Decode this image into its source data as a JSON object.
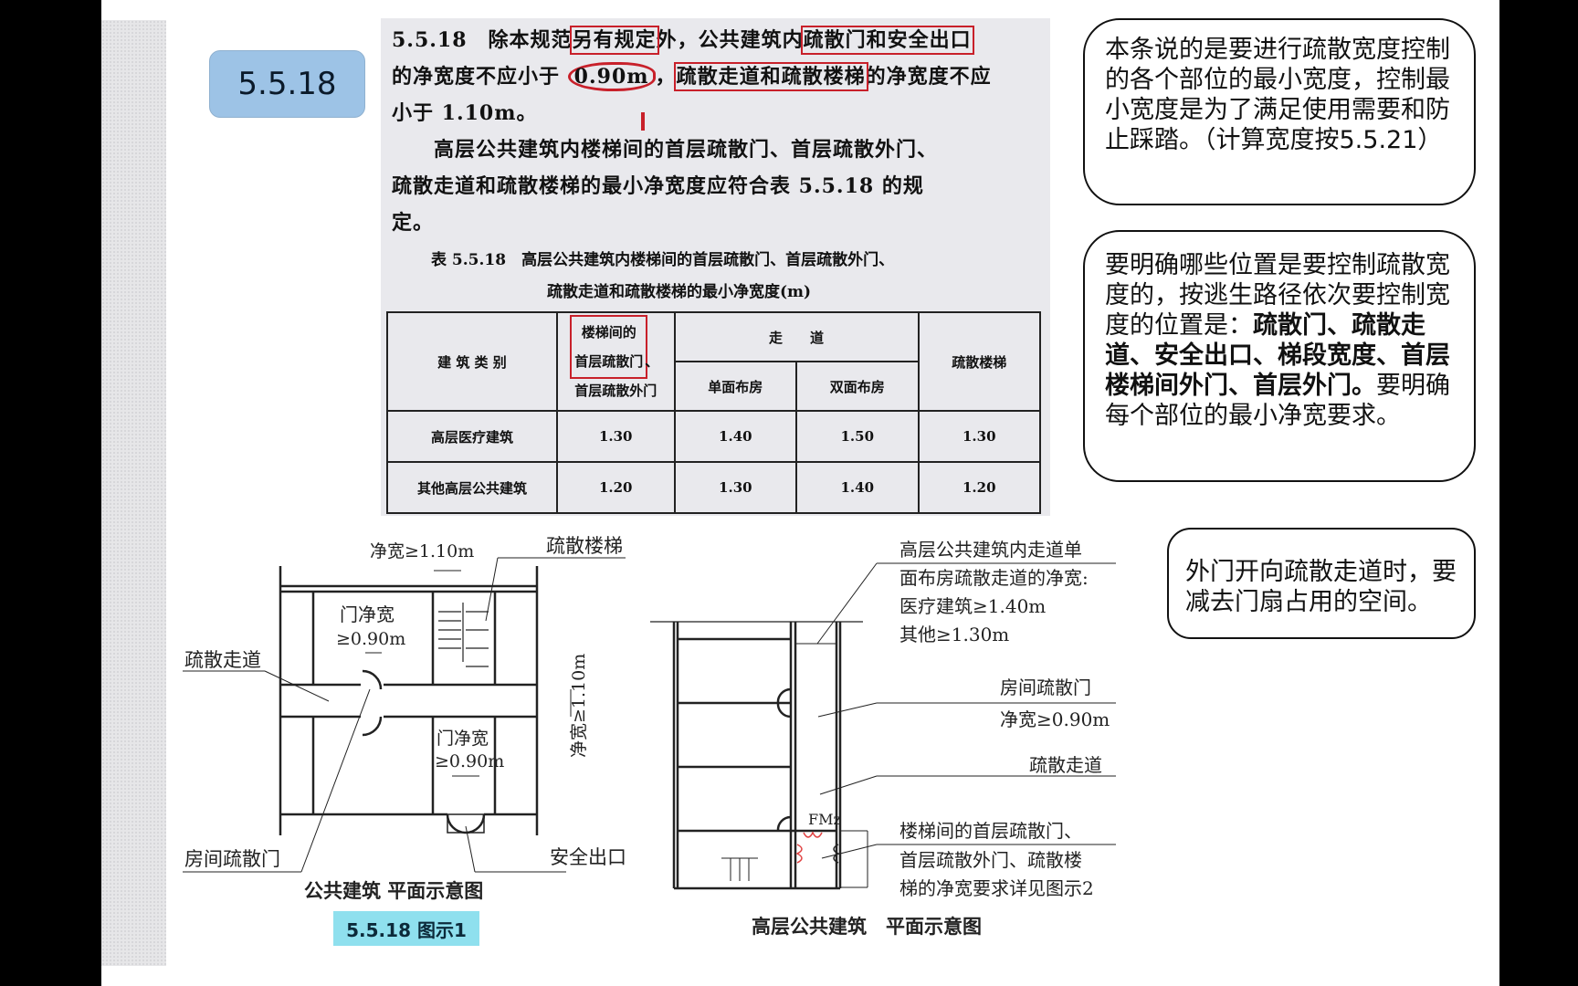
{
  "badge": "5.5.18",
  "clause": {
    "l1a": "5.5.18　除本规范",
    "l1b": "另有规定",
    "l1c": "外，公共建筑内",
    "l1d": "疏散门和安全出口",
    "l2a": "的净宽度不应小于 ",
    "l2b": "0.90m",
    "l2c": "，",
    "l2d": "疏散走道和疏散楼梯",
    "l2e": "的净宽度不应",
    "l3": "小于 1.10m。",
    "l4": "　　高层公共建筑内楼梯间的首层疏散门、首层疏散外门、",
    "l5": "疏散走道和疏散楼梯的最小净宽度应符合表 5.5.18 的规",
    "l6": "定。"
  },
  "table": {
    "caption1": "表 5.5.18　高层公共建筑内楼梯间的首层疏散门、首层疏散外门、",
    "caption2": "疏散走道和疏散楼梯的最小净宽度(m)",
    "h_type": "建 筑 类 别",
    "h_door_a": "楼梯间的",
    "h_door_b": "首层疏散门",
    "h_door_c": "、",
    "h_door_d": "首层疏散外门",
    "h_corridor": "走　　道",
    "h_single": "单面布房",
    "h_double": "双面布房",
    "h_stair": "疏散楼梯",
    "rows": [
      {
        "type": "高层医疗建筑",
        "door": "1.30",
        "single": "1.40",
        "double": "1.50",
        "stair": "1.30"
      },
      {
        "type": "其他高层公共建筑",
        "door": "1.20",
        "single": "1.30",
        "double": "1.40",
        "stair": "1.20"
      }
    ]
  },
  "notes": {
    "n1": "本条说的是要进行疏散宽度控制的各个部位的最小宽度，控制最小宽度是为了满足使用需要和防止踩踏。（计算宽度按5.5.21）",
    "n2a": "要明确哪些位置是要控制疏散宽度的，按逃生路径依次要控制宽度的位置是：",
    "n2b": "疏散门、疏散走道、安全出口、梯段宽度、首层楼梯间外门、首层外门。",
    "n2c": "要明确每个部位的最小净宽要求。",
    "n3": "外门开向疏散走道时，要减去门扇占用的空间。"
  },
  "fig1": {
    "stair_width": "净宽≥1.10m",
    "stair": "疏散楼梯",
    "door1a": "门净宽",
    "door1b": "≥0.90m",
    "corridor": "疏散走道",
    "corr_width": "净宽≥1.10m",
    "door2a": "门净宽",
    "door2b": "≥0.90m",
    "room_door": "房间疏散门",
    "exit": "安全出口",
    "title": "公共建筑  平面示意图",
    "tag": "5.5.18 图示1"
  },
  "fig2": {
    "c1": "高层公共建筑内走道单",
    "c2": "面布房疏散走道的净宽:",
    "c3": "医疗建筑≥1.40m",
    "c4": "其他≥1.30m",
    "d1": "房间疏散门",
    "d2": "净宽≥0.90m",
    "corridor": "疏散走道",
    "s1": "楼梯间的首层疏散门、",
    "s2": "首层疏散外门、疏散楼",
    "s3": "梯的净宽要求详见图示2",
    "fm": "FMz",
    "title": "高层公共建筑　平面示意图"
  },
  "colors": {
    "highlight": "#c8202a",
    "badge": "#9dc3e6"
  }
}
